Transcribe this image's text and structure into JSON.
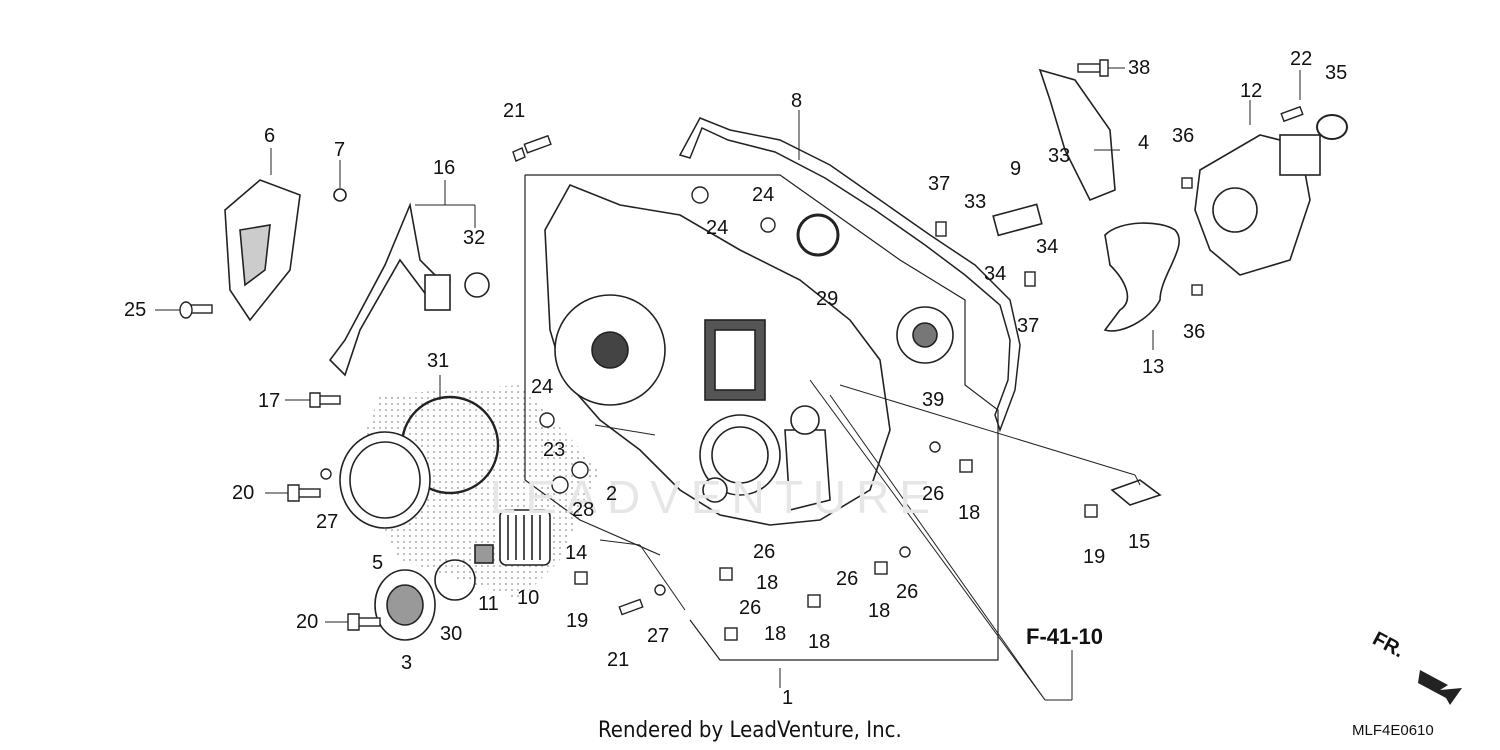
{
  "diagram": {
    "part_labels": [
      "1",
      "2",
      "3",
      "4",
      "5",
      "6",
      "7",
      "8",
      "9",
      "10",
      "11",
      "12",
      "13",
      "14",
      "15",
      "16",
      "17",
      "18",
      "19",
      "20",
      "21",
      "22",
      "23",
      "24",
      "25",
      "26",
      "27",
      "28",
      "29",
      "30",
      "31",
      "32",
      "33",
      "34",
      "35",
      "36",
      "37",
      "38",
      "39"
    ],
    "reference": "F-41-10",
    "credit": "Rendered by LeadVenture, Inc.",
    "diagram_code": "MLF4E0610",
    "front_indicator": "FR.",
    "watermark": "LEADVENTURE"
  }
}
